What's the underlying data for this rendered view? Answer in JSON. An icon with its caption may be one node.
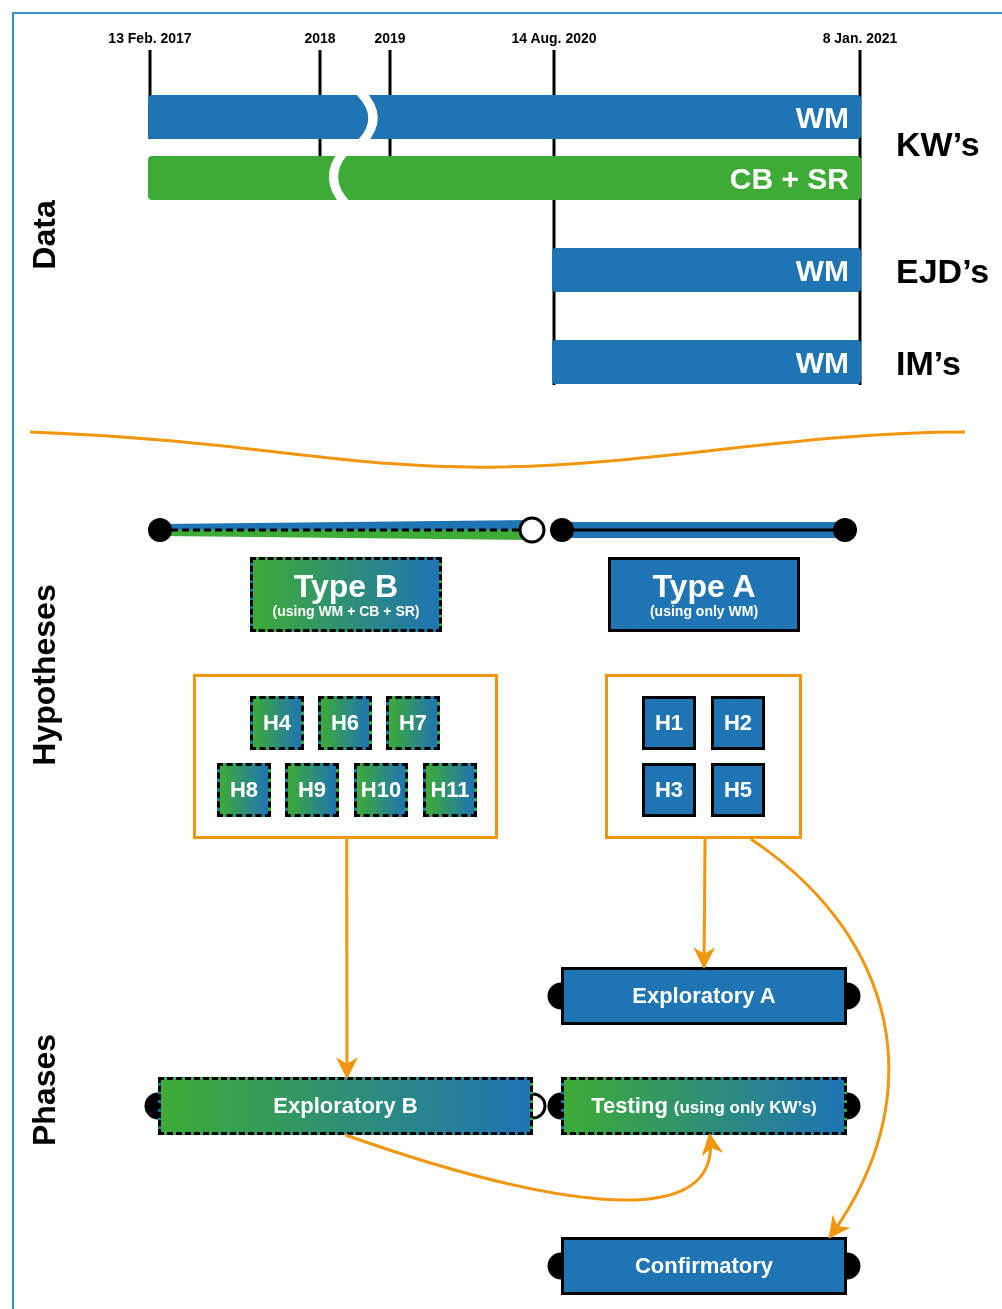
{
  "diagram": {
    "nodes": [
      {
        "text": [
          "WM"
        ]
      },
      {
        "text": [
          "CB + SR"
        ]
      },
      {
        "text": [
          "WM"
        ]
      },
      {
        "text": [
          "WM"
        ]
      },
      {
        "text": [
          "Type B",
          "(using WM + CB + SR)"
        ]
      },
      {
        "text": [
          "Type A",
          "(using only WM)"
        ]
      },
      {
        "text": [],
        "shape": "box"
      },
      {
        "text": [
          "H4"
        ],
        "in": 6
      },
      {
        "text": [
          "H6"
        ],
        "in": 6
      },
      {
        "text": [
          "H7"
        ],
        "in": 6
      },
      {
        "text": [
          "H8"
        ],
        "in": 6
      },
      {
        "text": [
          "H9"
        ],
        "in": 6
      },
      {
        "text": [
          "H10"
        ],
        "in": 6
      },
      {
        "text": [
          "H11"
        ],
        "in": 6
      },
      {
        "text": [],
        "shape": "box"
      },
      {
        "text": [
          "H1"
        ],
        "in": 14
      },
      {
        "text": [
          "H2"
        ],
        "in": 14
      },
      {
        "text": [
          "H3"
        ],
        "in": 14
      },
      {
        "text": [
          "H5"
        ],
        "in": 14
      },
      {
        "text": [
          "Exploratory A"
        ]
      },
      {
        "text": [
          "Exploratory B"
        ]
      },
      {
        "text": [
          "Testing",
          "(using only KW’s)"
        ]
      },
      {
        "text": [
          "Confirmatory"
        ]
      }
    ],
    "edges": [
      {
        "from": 6,
        "to": 20,
        "arrow": "to"
      },
      {
        "from": 14,
        "to": 19,
        "arrow": "to"
      },
      {
        "from": 14,
        "to": 22,
        "arrow": "to"
      },
      {
        "from": 20,
        "to": 21,
        "arrow": "to"
      }
    ],
    "labels": [
      "13 Feb. 2017",
      "2018",
      "2019",
      "14 Aug. 2020",
      "8 Jan. 2021",
      "KW’s",
      "Data",
      "EJD’s",
      "IM’s",
      "Hypotheses",
      "Phases"
    ]
  }
}
